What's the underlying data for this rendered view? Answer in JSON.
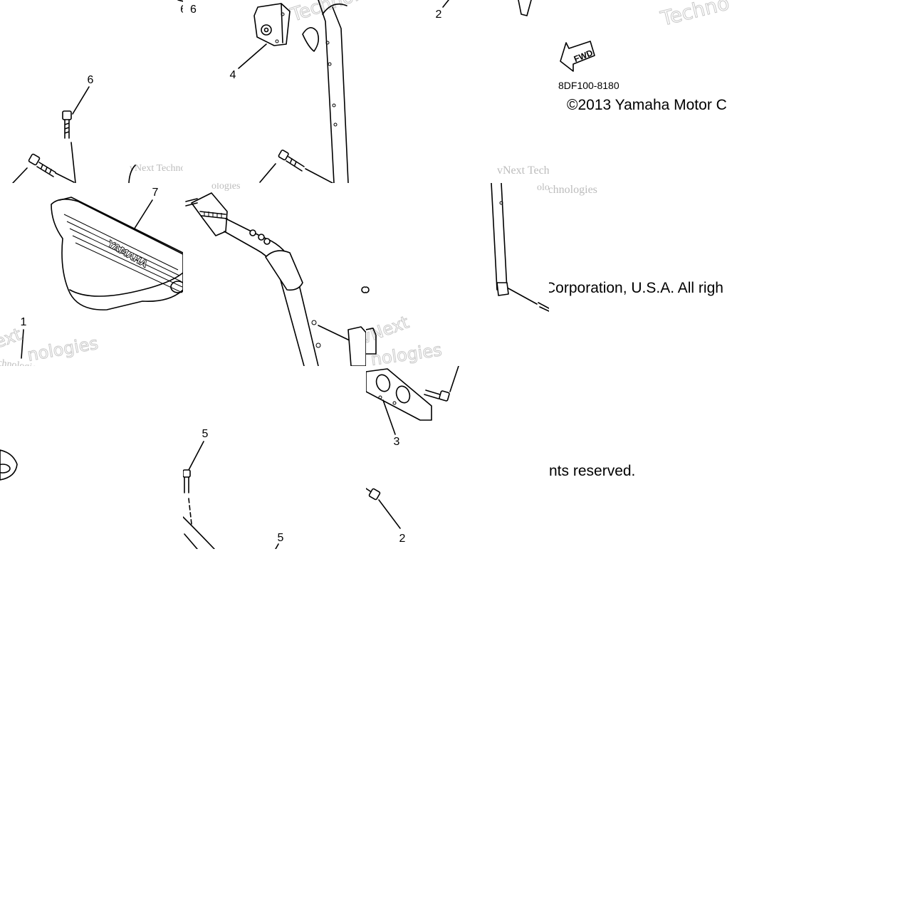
{
  "diagram": {
    "part_code": "8DF100-8180",
    "fwd_label": "FWD",
    "seat_brand": "YAMAHA",
    "copyright_parts": [
      "©2013 Yamaha Motor C",
      "Corporation, U.S.A. All righ",
      "nts reserved."
    ],
    "watermarks": [
      "vNext Technologies",
      "Technologies",
      "vNext",
      "ext",
      "chnologies",
      "nologies",
      "ologies",
      "Techno"
    ],
    "callouts": [
      "6",
      "2",
      "4",
      "6",
      "7",
      "1",
      "5",
      "5",
      "3",
      "2"
    ]
  }
}
